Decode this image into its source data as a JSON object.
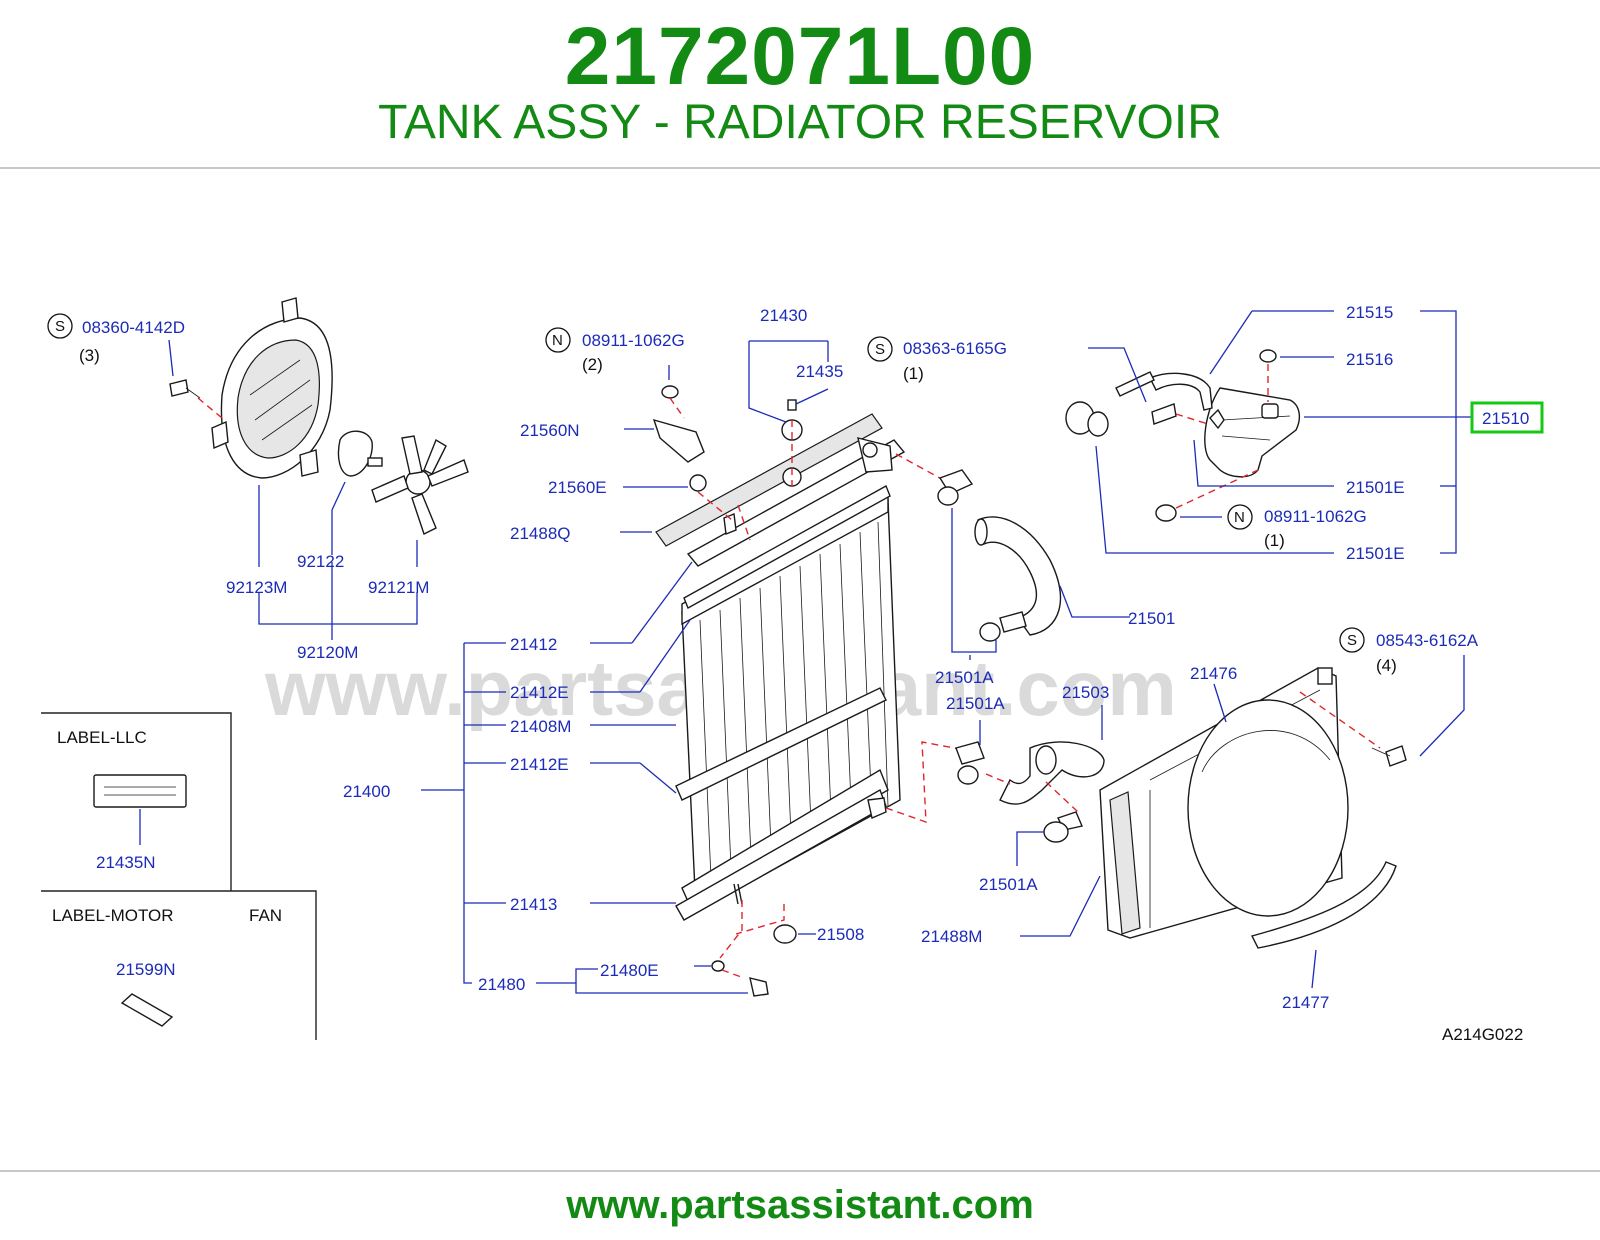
{
  "header": {
    "part_number": "2172071L00",
    "part_description": "TANK ASSY - RADIATOR RESERVOIR"
  },
  "footer": {
    "url": "www.partsassistant.com"
  },
  "diagram": {
    "watermark": "www.partsassistant.com",
    "code": "A214G022",
    "highlight_color": "#14c814",
    "labels": {
      "p08360": "08360-4142D",
      "p08360_qty": "(3)",
      "p08911a": "08911-1062G",
      "p08911a_qty": "(2)",
      "p21430": "21430",
      "p21435": "21435",
      "p08363": "08363-6165G",
      "p08363_qty": "(1)",
      "p21515": "21515",
      "p21516": "21516",
      "p21510": "21510",
      "p21501E_1": "21501E",
      "p08911b": "08911-1062G",
      "p08911b_qty": "(1)",
      "p21501E_2": "21501E",
      "p21560N": "21560N",
      "p21560E": "21560E",
      "p21488Q": "21488Q",
      "p92122": "92122",
      "p92123M": "92123M",
      "p92121M": "92121M",
      "p92120M": "92120M",
      "p21412": "21412",
      "p21412E_1": "21412E",
      "p21408M": "21408M",
      "p21412E_2": "21412E",
      "p21400": "21400",
      "p21413": "21413",
      "p21480": "21480",
      "p21480E": "21480E",
      "p21508": "21508",
      "p21501": "21501",
      "p21501A_1": "21501A",
      "p21501A_2": "21501A",
      "p21503": "21503",
      "p21476": "21476",
      "p08543": "08543-6162A",
      "p08543_qty": "(4)",
      "p21501A_3": "21501A",
      "p21488M": "21488M",
      "p21477": "21477",
      "label_llc": "LABEL-LLC",
      "p21435N": "21435N",
      "label_motor": "LABEL-MOTOR",
      "label_fan": "FAN",
      "p21599N": "21599N"
    },
    "marks": {
      "s": "S",
      "n": "N"
    }
  }
}
